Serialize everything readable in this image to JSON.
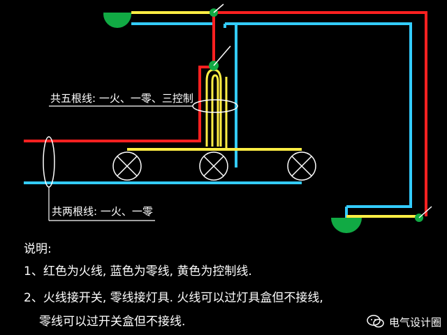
{
  "colors": {
    "live": "#ff2020",
    "neutral": "#33ccff",
    "control": "#ffee44",
    "lamp_green": "#11aa44",
    "background": "#000000"
  },
  "labels": {
    "five_wires": "共五根线: 一火、一零、三控制",
    "two_wires": "共两根线: 一火、一零"
  },
  "notes": {
    "title": "说明:",
    "line1": "1、红色为火线, 蓝色为零线, 黄色为控制线.",
    "line2": "2、火线接开关, 零线接灯具. 火线可以过灯具盒但不接线,",
    "line3": "零线可以过开关盒但不接线."
  },
  "watermark": {
    "text": "电气设计圈",
    "icon": "wechat-icon"
  }
}
